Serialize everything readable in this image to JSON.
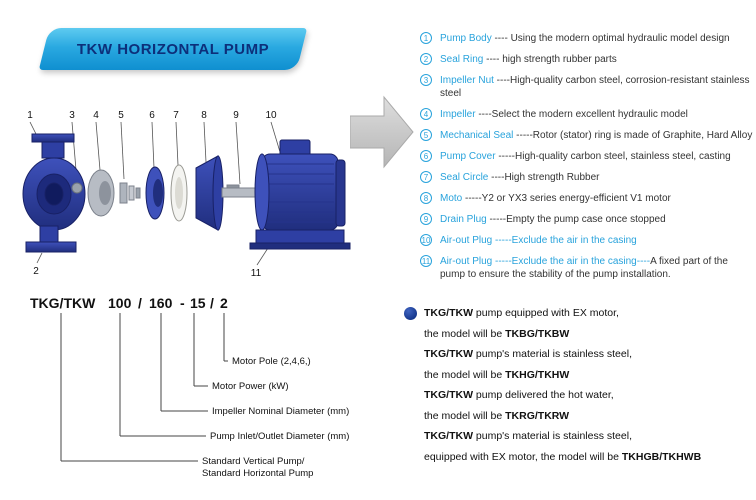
{
  "banner": {
    "title": "TKW HORIZONTAL PUMP"
  },
  "diagram": {
    "top_labels": [
      "1",
      "3",
      "4",
      "5",
      "6",
      "7",
      "8",
      "9",
      "10"
    ],
    "bottom_labels": [
      "2",
      "11"
    ]
  },
  "parts_list": [
    {
      "num": "1",
      "name": "Pump Body",
      "desc": " ---- Using the modern optimal hydraulic model design"
    },
    {
      "num": "2",
      "name": "Seal Ring",
      "desc": " ---- high strength rubber parts"
    },
    {
      "num": "3",
      "name": "Impeller Nut",
      "desc": " ----High-quality carbon steel, corrosion-resistant stainless steel"
    },
    {
      "num": "4",
      "name": "Impeller",
      "desc": " ----Select the modern excellent hydraulic model"
    },
    {
      "num": "5",
      "name": "Mechanical Seal",
      "desc": " -----Rotor (stator) ring is made of Graphite, Hard Alloy"
    },
    {
      "num": "6",
      "name": "Pump Cover",
      "desc": " -----High-quality carbon steel, stainless steel, casting"
    },
    {
      "num": "7",
      "name": "Seal Circle",
      "desc": " ----High strength Rubber"
    },
    {
      "num": "8",
      "name": "Moto",
      "desc": " -----Y2 or YX3 series energy-efficient V1 motor"
    },
    {
      "num": "9",
      "name": "Drain Plug",
      "desc": " -----Empty the pump case once stopped"
    },
    {
      "num": "10",
      "name": "Air-out Plug -----Exclude the air in the casing",
      "desc": ""
    },
    {
      "num": "11",
      "name": "Air-out Plug -----Exclude the air in the casing----",
      "desc": "A fixed part of the pump to ensure the stability of the pump installation."
    }
  ],
  "model_key": {
    "code_parts": [
      "TKG/TKW",
      "100",
      "/",
      "160",
      "-",
      "15",
      "/",
      "2"
    ],
    "labels": [
      "Motor Pole (2,4,6,)",
      "Motor Power  (kW)",
      "Impeller Nominal Diameter (mm)",
      "Pump Inlet/Outlet Diameter (mm)",
      "Standard Vertical Pump/",
      "Standard  Horizontal Pump"
    ]
  },
  "notes": [
    {
      "l1_bold": "TKG/TKW",
      "l1_rest": " pump equipped with EX motor,",
      "l2_pre": "the model will be ",
      "l2_bold": "TKBG/TKBW"
    },
    {
      "l1_bold": "TKG/TKW",
      "l1_rest": " pump's material is stainless steel,",
      "l2_pre": "the model will be ",
      "l2_bold": "TKHG/TKHW"
    },
    {
      "l1_bold": "TKG/TKW",
      "l1_rest": " pump delivered the hot water,",
      "l2_pre": "the model will be ",
      "l2_bold": "TKRG/TKRW"
    },
    {
      "l1_bold": "TKG/TKW",
      "l1_rest": " pump's material is stainless steel,",
      "l2_pre": "equipped with EX motor, the model will be ",
      "l2_bold": "TKHGB/TKHWB"
    }
  ],
  "colors": {
    "accent": "#29a3dc",
    "banner_text": "#0d2f7a",
    "pump_blue": "#2e3fa3",
    "arrow_gray": "#c9c9c9",
    "bullet_blue": "#16388e",
    "text_dark": "#333333"
  }
}
